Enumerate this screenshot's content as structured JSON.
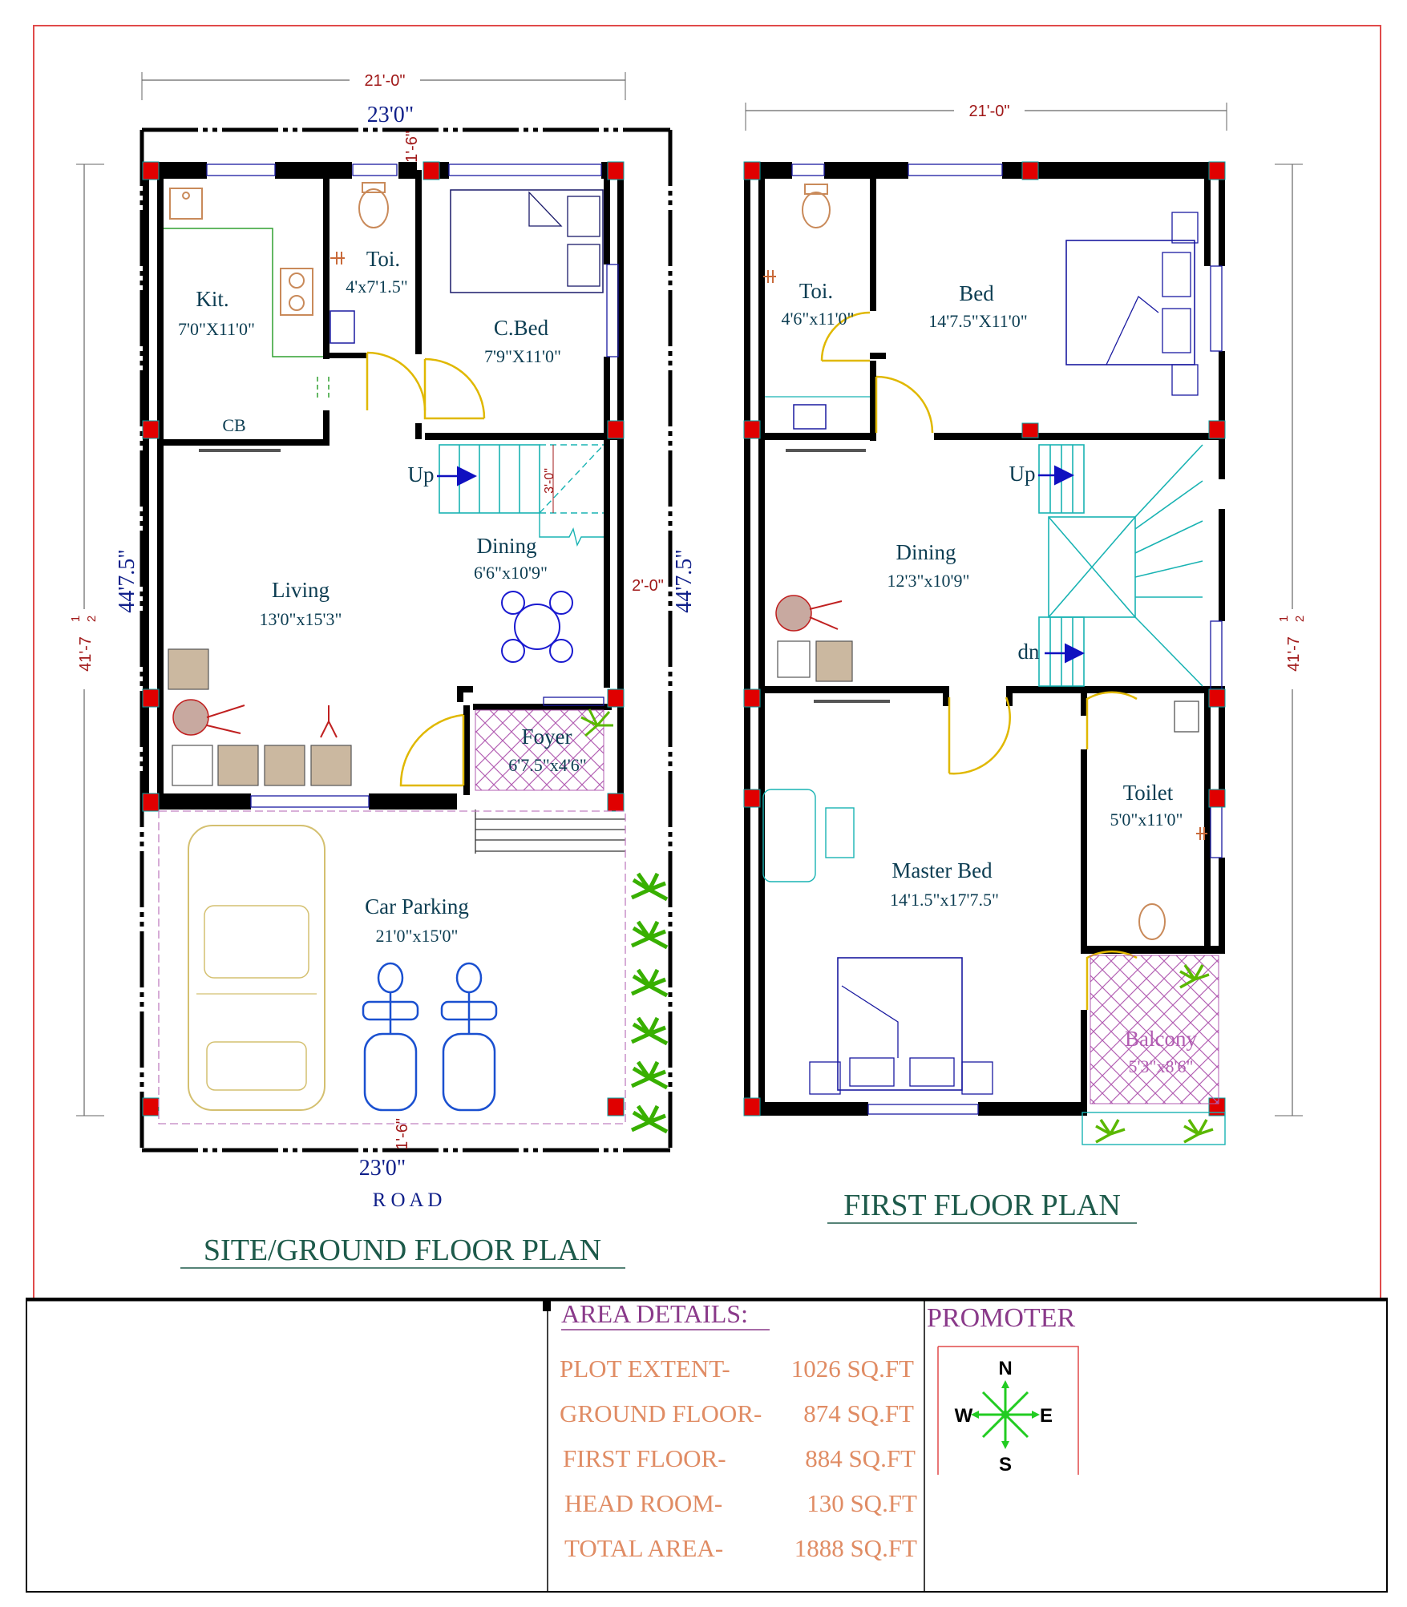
{
  "ground_floor": {
    "title": "SITE/GROUND FLOOR PLAN",
    "road": "R O A D",
    "dims": {
      "top_outer": "21'-0\"",
      "top_plot": "23'0\"",
      "bottom_plot": "23'0\"",
      "setback_top": "1'-6\"",
      "setback_bottom": "1'-6\"",
      "left_outer_a": "41'-7",
      "left_outer_b": "1",
      "left_outer_c": "2",
      "left_plot": "44'7.5\"",
      "right_plot": "44'7.5\"",
      "right_gap": "2'-0\"",
      "stair_w": "3'-0\""
    },
    "rooms": [
      {
        "name": "Kit.",
        "size": "7'0\"X11'0\""
      },
      {
        "name": "Toi.",
        "size": "4'x7'1.5\""
      },
      {
        "name": "C.Bed",
        "size": "7'9\"X11'0\""
      },
      {
        "name": "Living",
        "size": "13'0\"x15'3\""
      },
      {
        "name": "Dining",
        "size": "6'6\"x10'9\""
      },
      {
        "name": "Foyer",
        "size": "6'7.5\"x4'6\""
      },
      {
        "name": "Car Parking",
        "size": "21'0\"x15'0\""
      }
    ],
    "cb": "CB",
    "up": "Up"
  },
  "first_floor": {
    "title": "FIRST FLOOR PLAN",
    "dims": {
      "top_outer": "21'-0\"",
      "right_outer_a": "41'-7",
      "right_outer_b": "1",
      "right_outer_c": "2"
    },
    "rooms": [
      {
        "name": "Toi.",
        "size": "4'6\"x11'0\""
      },
      {
        "name": "Bed",
        "size": "14'7.5\"X11'0\""
      },
      {
        "name": "Dining",
        "size": "12'3\"x10'9\""
      },
      {
        "name": "Master Bed",
        "size": "14'1.5\"x17'7.5\""
      },
      {
        "name": "Toilet",
        "size": "5'0\"x11'0\""
      },
      {
        "name": "Balcony",
        "size": "5'3\"x8'6\""
      }
    ],
    "up": "Up",
    "dn": "dn"
  },
  "title_block": {
    "area_title": "AREA DETAILS:",
    "rows": [
      {
        "label": "PLOT EXTENT-",
        "value": "1026 SQ.FT"
      },
      {
        "label": "GROUND FLOOR-",
        "value": "874 SQ.FT"
      },
      {
        "label": "FIRST FLOOR-",
        "value": "884 SQ.FT"
      },
      {
        "label": "HEAD ROOM-",
        "value": "130 SQ.FT"
      },
      {
        "label": "TOTAL AREA-",
        "value": "1888 SQ.FT"
      }
    ],
    "promoter": "PROMOTER",
    "compass": {
      "n": "N",
      "s": "S",
      "e": "E",
      "w": "W"
    }
  },
  "colors": {
    "wall": "#000000",
    "column": "#e00000",
    "door": "#e0b800",
    "text": "#0c3d52",
    "dim_red": "#a01818",
    "dim_blue": "#10208a",
    "title_block_text": "#e08c64",
    "title_block_heading": "#8a3a8a",
    "frame": "#e04a4a"
  }
}
